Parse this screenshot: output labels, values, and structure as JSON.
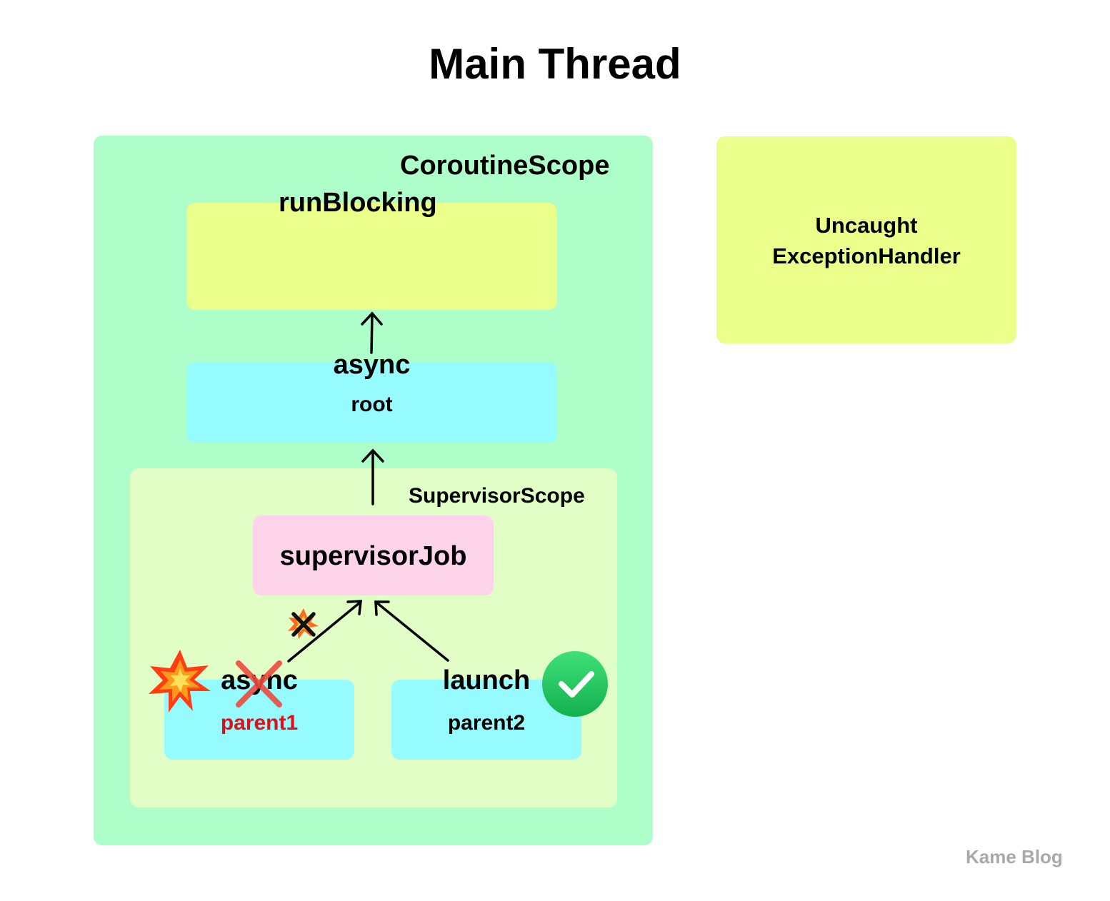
{
  "title": "Main Thread",
  "coroutine_scope": {
    "label": "CoroutineScope"
  },
  "run_blocking": {
    "label": "runBlocking"
  },
  "async_root": {
    "title": "async",
    "subtitle": "root"
  },
  "supervisor_scope": {
    "label": "SupervisorScope"
  },
  "supervisor_job": {
    "label": "supervisorJob"
  },
  "parent1": {
    "title": "async",
    "subtitle": "parent1",
    "status": "failed",
    "subtitle_color": "#e0101a"
  },
  "parent2": {
    "title": "launch",
    "subtitle": "parent2",
    "status": "success"
  },
  "exception_handler": {
    "line1": "Uncaught",
    "line2": "ExceptionHandler"
  },
  "watermark": "Kame Blog",
  "colors": {
    "coroutine_scope": "#adfec9",
    "run_blocking": "#ebff8b",
    "job_box": "#96fbff",
    "supervisor_scope": "#e1fec7",
    "supervisor_job": "#fdd4ea",
    "handler": "#ebff8b"
  },
  "icons": {
    "explosion": "collision-icon",
    "blocked_arrow": "cross-mark-icon",
    "failed": "red-x-icon",
    "success": "check-circle-icon"
  }
}
